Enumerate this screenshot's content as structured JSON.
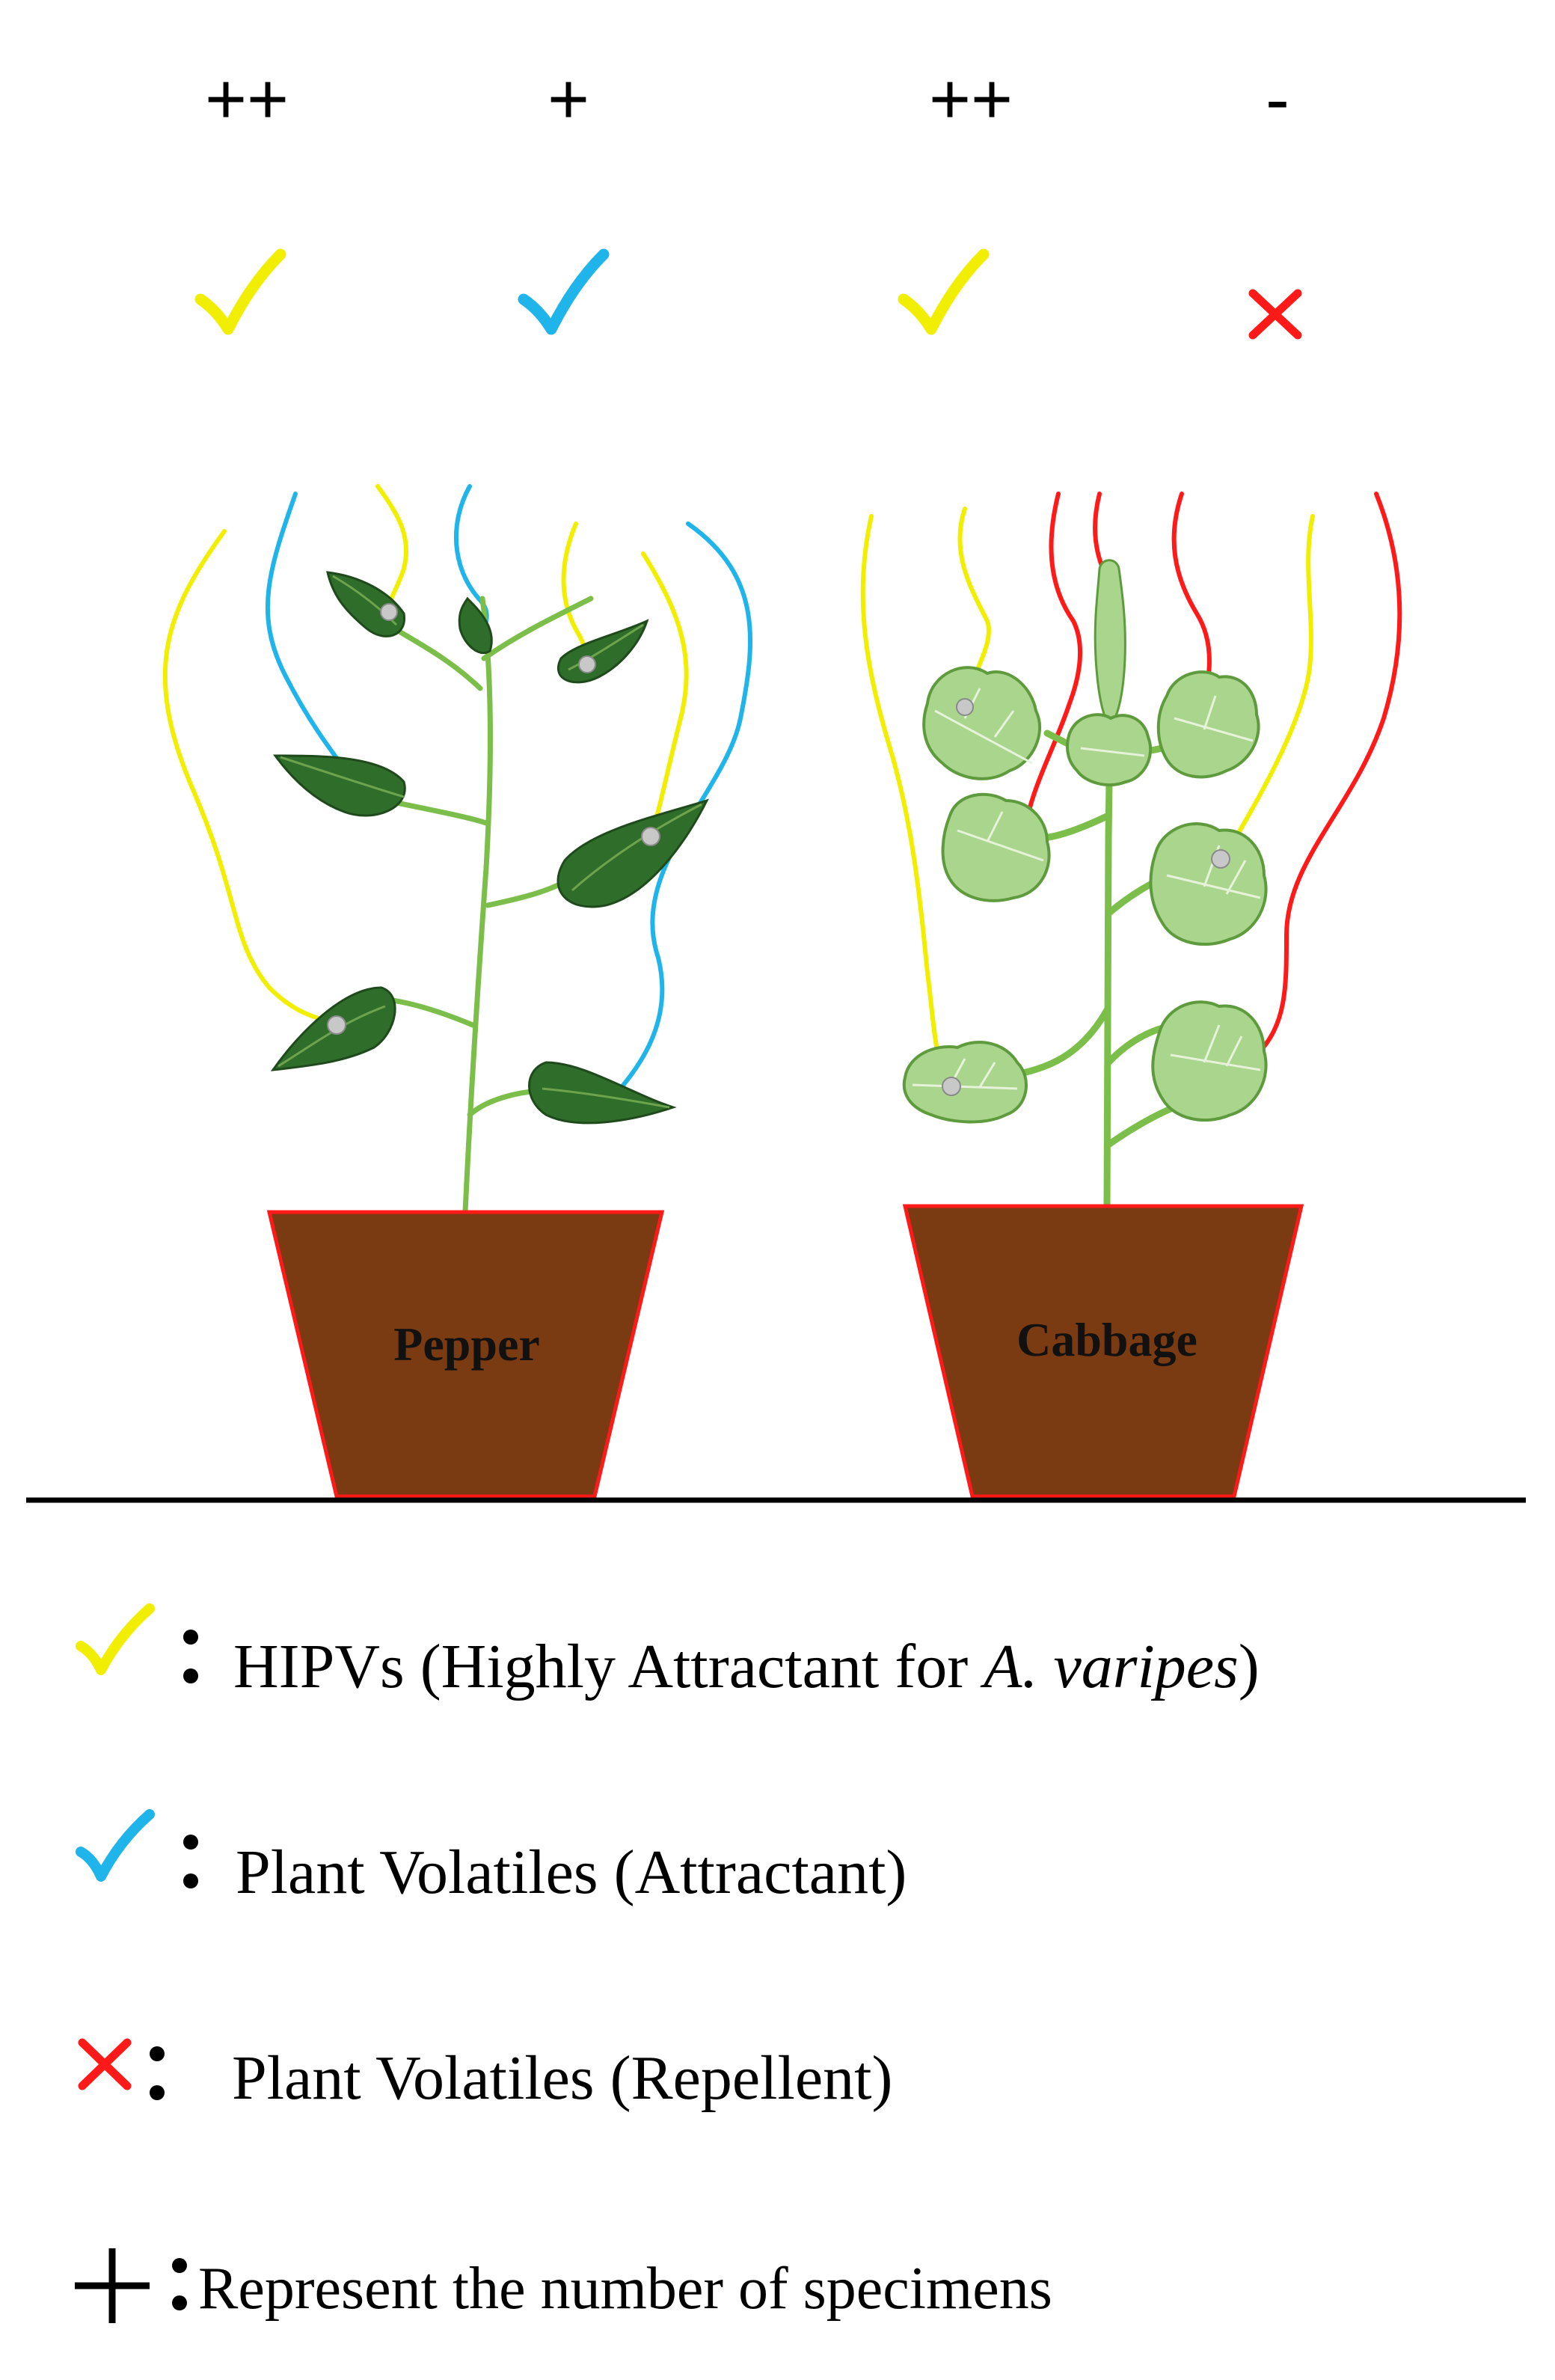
{
  "top_row": {
    "counts": [
      "++",
      "+",
      "++",
      "-"
    ],
    "markers": [
      {
        "type": "check",
        "color": "#f2ee00"
      },
      {
        "type": "check",
        "color": "#1fb4ea"
      },
      {
        "type": "check",
        "color": "#f2ee00"
      },
      {
        "type": "cross",
        "color": "#ff1a1a"
      }
    ]
  },
  "plants": {
    "pepper_label": "Pepper",
    "cabbage_label": "Cabbage"
  },
  "colors": {
    "hipv_yellow": "#f2ee00",
    "attractant_blue": "#1fb4ea",
    "repellent_red": "#ff1a1a",
    "pot_brown": "#7a3a12",
    "pot_outline": "#ff1a1a",
    "pepper_leaf": "#2f6e2a",
    "cabbage_leaf": "#a9d58c",
    "stem_green": "#7bbf4a"
  },
  "legend": {
    "items": [
      {
        "symbol_icon": "yellow-check-icon",
        "text": "HIPVs (Highly Attractant for ",
        "italic": "A. varipes",
        "suffix": ")"
      },
      {
        "symbol_icon": "blue-check-icon",
        "text": "Plant Volatiles (Attractant)"
      },
      {
        "symbol_icon": "red-cross-icon",
        "text": "Plant Volatiles (Repellent)"
      },
      {
        "symbol_icon": "plus-icon",
        "text": "Represent the number of specimens"
      }
    ],
    "colon": ":",
    "plus_symbol": "+"
  }
}
